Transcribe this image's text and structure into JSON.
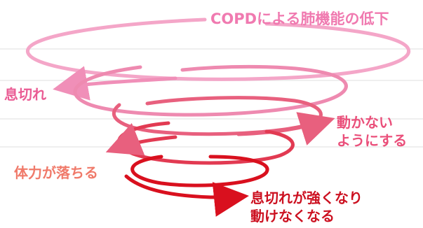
{
  "title": "COPDによる肺機能の低下",
  "labels": {
    "breathless": "息切れ",
    "inactive": [
      "動かない",
      "ようにする"
    ],
    "stamina_down": "体力が落ちる",
    "outcome": [
      "息切れが強くなり",
      "動けなくなる"
    ]
  },
  "colors": {
    "ring_top": "#f4a6c8",
    "ring_mid": "#e8607e",
    "ring_bottom": "#d9101e",
    "title": "#f07ab0",
    "outcome": "#cc1020"
  }
}
